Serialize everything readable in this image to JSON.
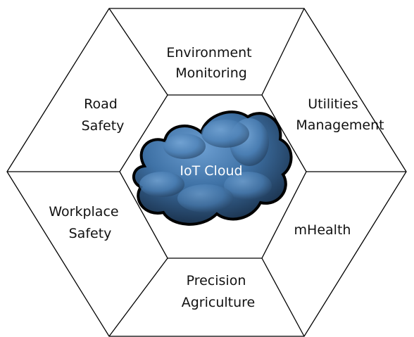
{
  "segments": [
    {
      "id": "environment",
      "lines": [
        "Environment",
        "Monitoring"
      ]
    },
    {
      "id": "utilities",
      "lines": [
        "Utilities",
        "Management"
      ]
    },
    {
      "id": "mhealth",
      "lines": [
        "mHealth"
      ]
    },
    {
      "id": "agriculture",
      "lines": [
        "Precision",
        "Agriculture"
      ]
    },
    {
      "id": "workplace",
      "lines": [
        "Workplace",
        "Safety"
      ]
    },
    {
      "id": "road",
      "lines": [
        "Road",
        "Safety"
      ]
    }
  ],
  "center": {
    "label": "IoT Cloud"
  },
  "colors": {
    "stroke": "#000000",
    "cloud_light": "#5a8bc0",
    "cloud_mid": "#3c6d9f",
    "cloud_dark": "#14273e",
    "cloud_label": "#ffffff"
  }
}
